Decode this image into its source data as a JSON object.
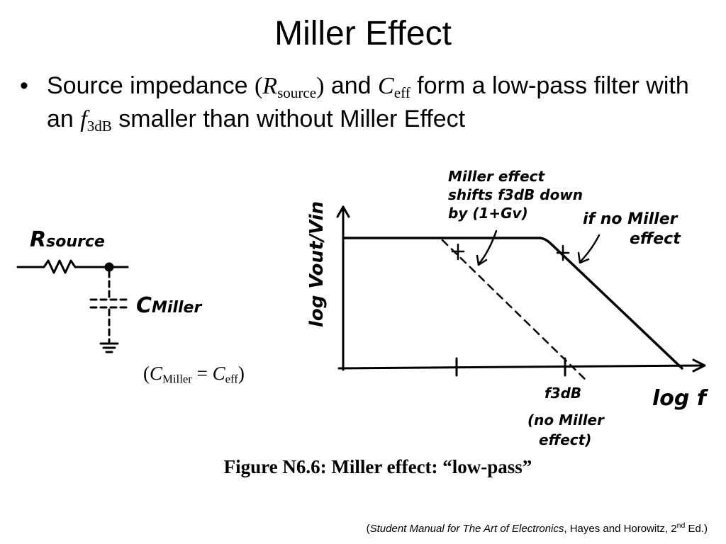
{
  "slide": {
    "title": "Miller Effect",
    "bullet": {
      "text_1": "Source impedance ",
      "r_symbol": "R",
      "r_sub": "source",
      "text_2": " and ",
      "c_symbol": "C",
      "c_sub": "eff",
      "text_3": " form a low-pass filter with an ",
      "f_symbol": "f",
      "f_sub": "3dB",
      "text_4": " smaller than without Miller Effect"
    }
  },
  "circuit": {
    "r_label": "R",
    "r_label_sub": "source",
    "c_label": "C",
    "c_label_sub": "Miller"
  },
  "equation": {
    "c_symbol": "C",
    "c_miller_sub": "Miller",
    "equals": " = ",
    "c_eff_symbol": "C",
    "c_eff_sub": "eff"
  },
  "plot": {
    "y_label": "log Vout/Vin",
    "x_label": "log f",
    "annotation_shift": [
      "Miller effect",
      "shifts f3dB down",
      "by (1+Gv)"
    ],
    "annotation_no_miller": [
      "if no Miller",
      "effect"
    ],
    "tick_label": [
      "f3dB",
      "(no Miller",
      "effect)"
    ]
  },
  "caption": {
    "text": "Figure N6.6: Miller effect: “low-pass”"
  },
  "credit": {
    "title": "Student Manual for The Art of Electronics",
    "authors": ", Hayes and Horowitz, 2",
    "sup": "nd",
    "ed": " Ed."
  }
}
